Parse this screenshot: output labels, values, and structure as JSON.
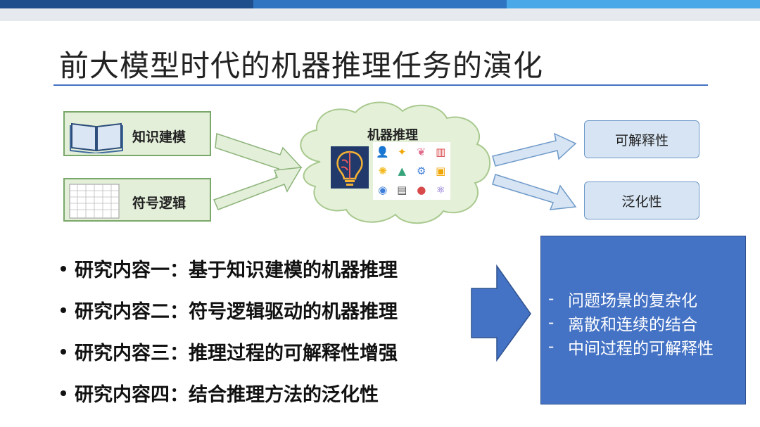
{
  "slide": {
    "title": "前大模型时代的机器推理任务的演化"
  },
  "diagram": {
    "inputs": [
      {
        "label": "知识建模",
        "icon": "book-icon"
      },
      {
        "label": "符号逻辑",
        "icon": "logic-table-icon"
      }
    ],
    "center": {
      "label": "机器推理",
      "icons": [
        "brain-lightbulb-icon",
        "person-icon",
        "puzzle-icon",
        "brain-icon",
        "book-icon",
        "lightbulb-icon",
        "graduation-cap-icon",
        "head-gear-icon",
        "certificate-icon",
        "globe-icon",
        "document-icon",
        "medal-icon",
        "atom-icon"
      ]
    },
    "outputs": [
      {
        "label": "可解释性"
      },
      {
        "label": "泛化性"
      }
    ]
  },
  "research": [
    "研究内容一：基于知识建模的机器推理",
    "研究内容二：符号逻辑驱动的机器推理",
    "研究内容三：推理过程的可解释性增强",
    "研究内容四：结合推理方法的泛化性"
  ],
  "challenges": [
    "问题场景的复杂化",
    "离散和连续的结合",
    "中间过程的可解释性"
  ],
  "colors": {
    "accent": "#4472c4",
    "green_box": "#e3efd9",
    "light_blue_box": "#d6e4f3",
    "cloud": "#e4f1d8"
  }
}
